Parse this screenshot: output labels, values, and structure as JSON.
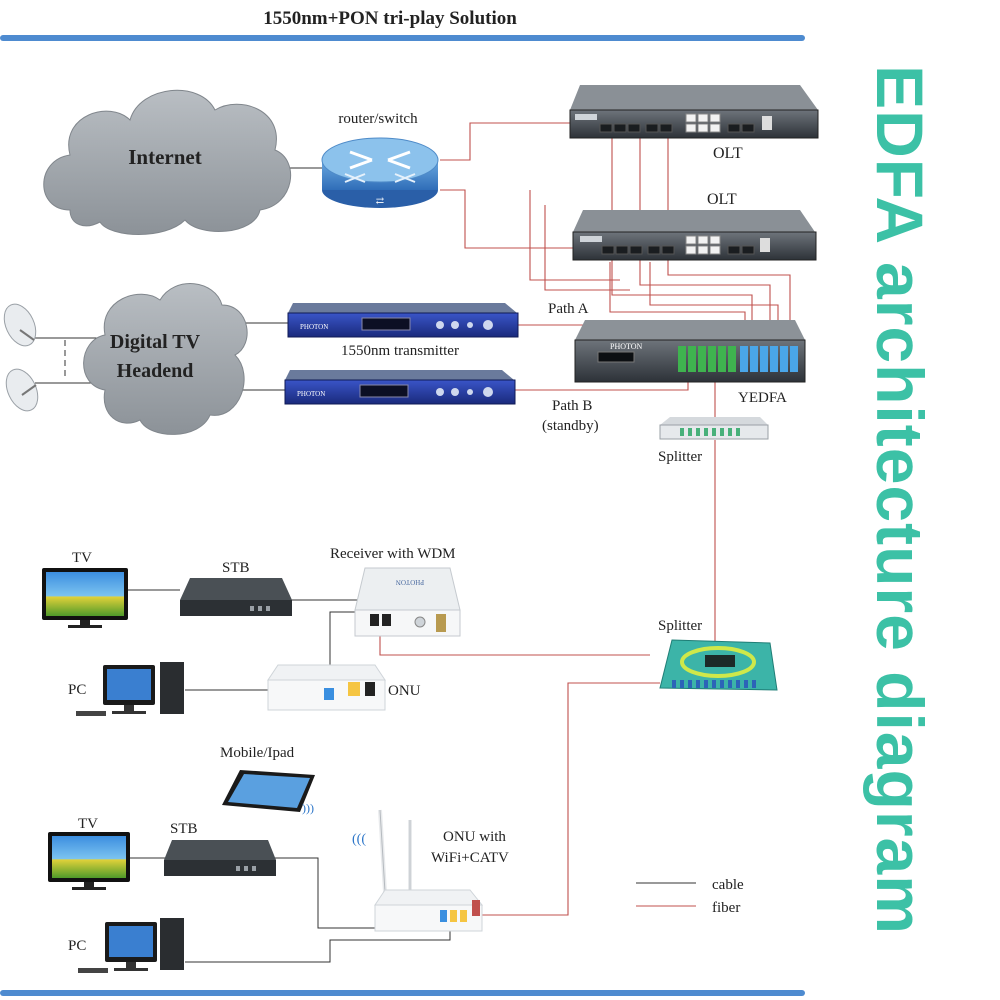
{
  "header": {
    "title": "1550nm+PON tri-play Solution"
  },
  "side_title": "EDFA architecture diagram",
  "labels": {
    "internet": "Internet",
    "router": "router/switch",
    "olt1": "OLT",
    "olt2": "OLT",
    "headend_line1": "Digital TV",
    "headend_line2": "Headend",
    "transmitter": "1550nm transmitter",
    "path_a": "Path A",
    "path_b_line1": "Path B",
    "path_b_line2": "(standby)",
    "yedfa": "YEDFA",
    "splitter1": "Splitter",
    "splitter2": "Splitter",
    "tv1": "TV",
    "stb1": "STB",
    "receiver": "Receiver with WDM",
    "pc1": "PC",
    "onu": "ONU",
    "mobile": "Mobile/Ipad",
    "tv2": "TV",
    "stb2": "STB",
    "onu_wifi_line1": "ONU with",
    "onu_wifi_line2": "WiFi+CATV",
    "pc2": "PC"
  },
  "device_text": {
    "brand": "PHOTON"
  },
  "legend": [
    {
      "label": "cable",
      "color": "#333333"
    },
    {
      "label": "fiber",
      "color": "#c0504d"
    }
  ],
  "colors": {
    "accent_blue": "#4e8bd0",
    "title_teal": "#3cc1a6",
    "fiber": "#c0504d",
    "cable": "#333333",
    "cloud": "#9da3a9"
  }
}
